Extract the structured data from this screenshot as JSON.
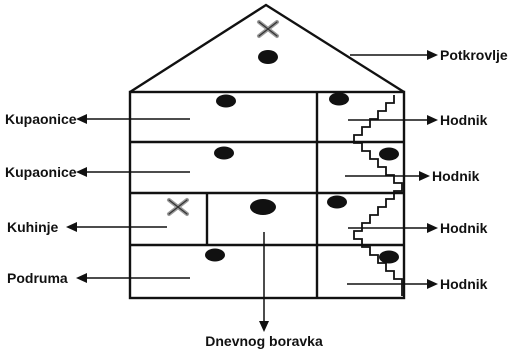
{
  "labels": {
    "attic": "Potkrovlje",
    "bathroom_1": "Kupaonice",
    "bathroom_2": "Kupaonice",
    "kitchen": "Kuhinje",
    "basement": "Podruma",
    "hallway_1": "Hodnik",
    "hallway_2": "Hodnik",
    "hallway_3": "Hodnik",
    "hallway_4": "Hodnik",
    "living_room": "Dnevnog boravka"
  },
  "colors": {
    "line": "#111111",
    "dot": "#111111",
    "x_mark": "#9a9a9a",
    "background": "#ffffff"
  }
}
